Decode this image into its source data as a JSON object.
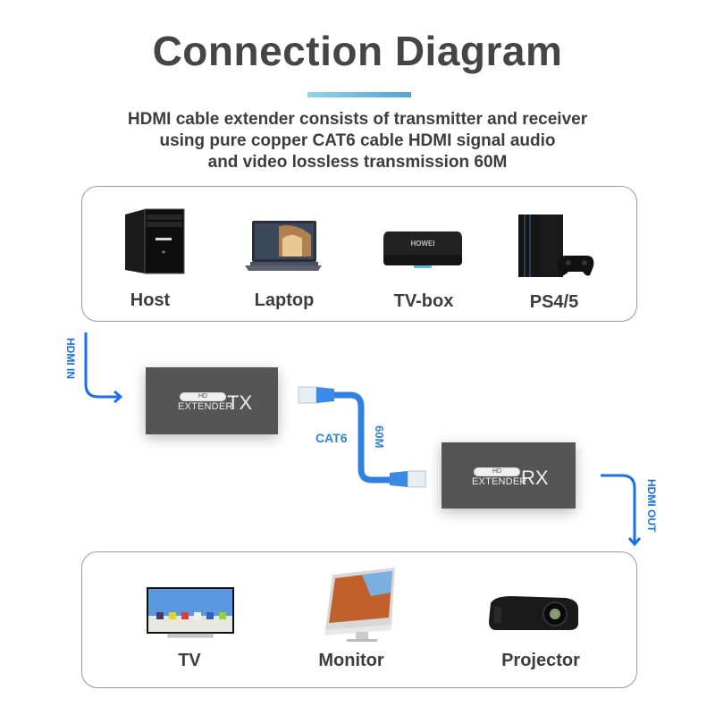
{
  "header": {
    "title": "Connection Diagram",
    "subtitle_lines": [
      "HDMI cable extender consists of transmitter and receiver",
      "using pure copper CAT6 cable HDMI signal audio",
      "and video lossless transmission 60M"
    ],
    "accent_color": "#4fa3d6"
  },
  "sources": {
    "items": [
      {
        "label": "Host",
        "icon": "desktop-tower-icon"
      },
      {
        "label": "Laptop",
        "icon": "laptop-icon"
      },
      {
        "label": "TV-box",
        "icon": "tv-box-icon",
        "brand": "HOWEI"
      },
      {
        "label": "PS4/5",
        "icon": "game-console-icon"
      }
    ]
  },
  "transmitter": {
    "badge": "HD",
    "brand": "EXTENDER",
    "mode": "TX",
    "input_label": "HDMI IN"
  },
  "cable": {
    "type_label": "CAT6",
    "length_label": "60M",
    "color": "#2f80e0"
  },
  "receiver": {
    "badge": "HD",
    "brand": "EXTENDER",
    "mode": "RX",
    "output_label": "HDMI OUT"
  },
  "displays": {
    "items": [
      {
        "label": "TV",
        "icon": "tv-icon"
      },
      {
        "label": "Monitor",
        "icon": "monitor-icon"
      },
      {
        "label": "Projector",
        "icon": "projector-icon"
      }
    ]
  },
  "colors": {
    "arrow_blue": "#1b6fe8",
    "device_gray": "#555556",
    "panel_border": "#9a9a9a"
  }
}
